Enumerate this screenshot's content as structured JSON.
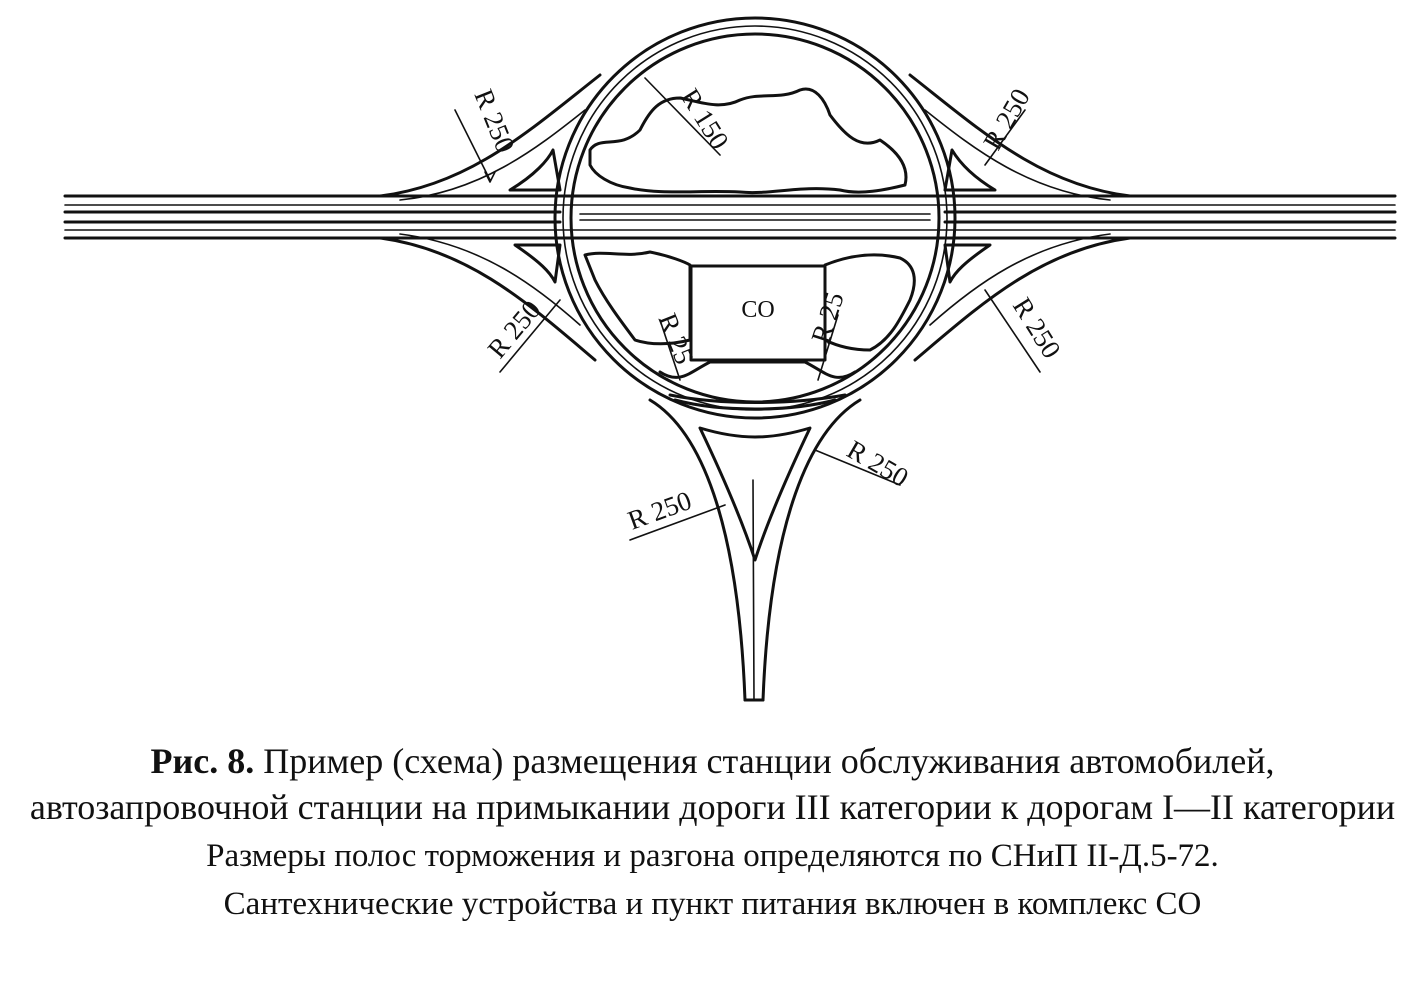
{
  "figure": {
    "service_station_label": "СО",
    "radius_labels": {
      "upper_left_ramp": "R 250",
      "lower_left_ramp": "R 250",
      "upper_right_ramp": "R 250",
      "lower_right_ramp": "R 250",
      "ring": "R 150",
      "station_entry_left": "R 25",
      "station_entry_right": "R 25",
      "stem_left": "R 250",
      "stem_right": "R 250"
    }
  },
  "caption": {
    "prefix": "Рис. 8.",
    "text": "Пример (схема) размещения станции обслуживания автомобилей, автозапровочной станции на примыкании дороги III категории к дорогам I—II категории",
    "note_line_1": "Размеры полос торможения и разгона определяются по СНиП II-Д.5-72.",
    "note_line_2": "Сантехнические устройства и пункт питания включен в комплекс СО"
  }
}
